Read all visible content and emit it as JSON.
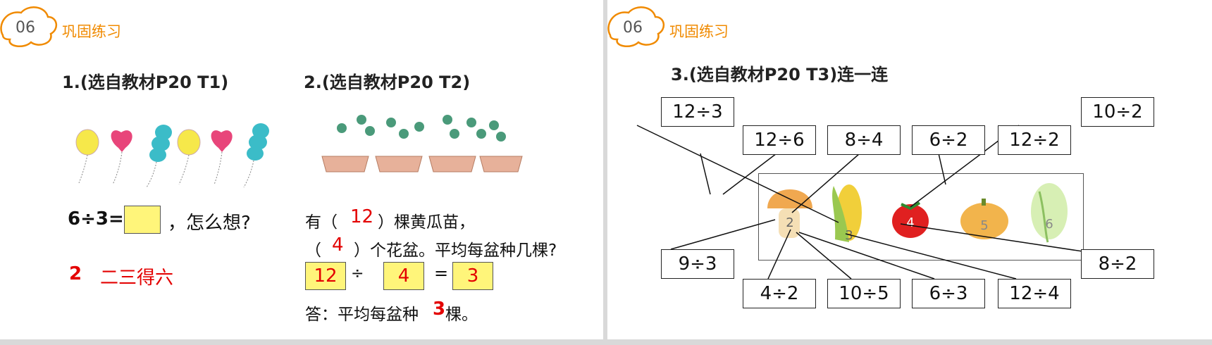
{
  "left": {
    "badge": "06",
    "section_title": "巩固练习",
    "q1": {
      "heading": "1.(选自教材P20 T1)",
      "equation": "6÷3=",
      "question": "，怎么想?",
      "answer_number": "2",
      "answer_rhyme": "二三得六"
    },
    "q2": {
      "heading": "2.(选自教材P20 T2)",
      "line1_pre": "有（",
      "line1_num": "12",
      "line1_post": "）棵黄瓜苗，",
      "line2_pre": "（",
      "line2_num": "4",
      "line2_post": "）个花盆。平均每盆种几棵?",
      "box1": "12",
      "div_sign": "÷",
      "box2": "4",
      "eq_sign": "=",
      "box3": "3",
      "answer_pre": "答：平均每盆种",
      "answer_num": "3",
      "answer_post": "棵。"
    }
  },
  "right": {
    "badge": "06",
    "section_title": "巩固练习",
    "heading": "3.(选自教材P20 T3)连一连",
    "top_boxes": [
      "12÷3",
      "12÷6",
      "8÷4",
      "6÷2",
      "12÷2",
      "10÷2"
    ],
    "bottom_boxes": [
      "9÷3",
      "4÷2",
      "10÷5",
      "6÷3",
      "12÷4",
      "8÷2"
    ],
    "veg_numbers": [
      "2",
      "3",
      "4",
      "5",
      "6"
    ]
  },
  "colors": {
    "accent_orange": "#f08a00",
    "answer_red": "#e30000",
    "answer_box_yellow": "#fff57a"
  }
}
